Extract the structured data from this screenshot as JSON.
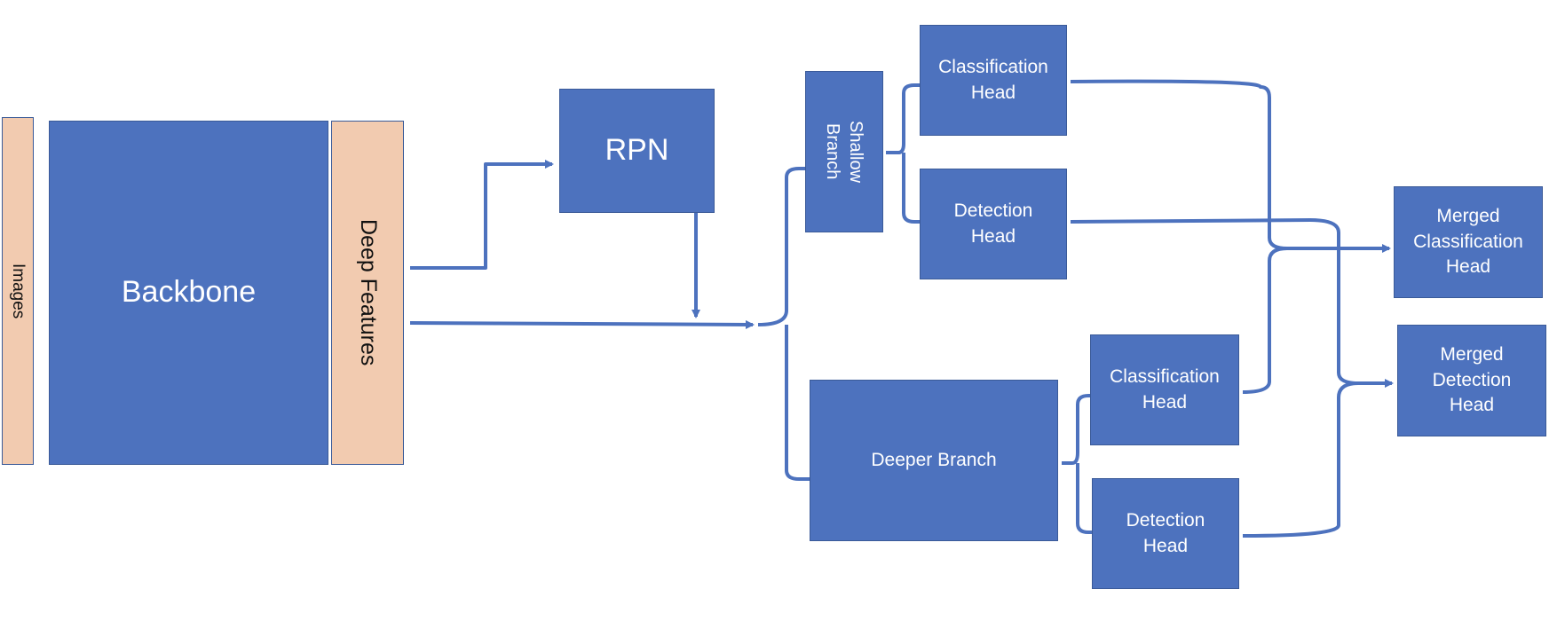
{
  "nodes": {
    "images": "Images",
    "backbone": "Backbone",
    "deep_features": "Deep Features",
    "rpn": "RPN",
    "shallow_branch": "Shallow\nBranch",
    "shallow_cls_head": "Classification\nHead",
    "shallow_det_head": "Detection\nHead",
    "deeper_branch": "Deeper Branch",
    "deep_cls_head": "Classification\nHead",
    "deep_det_head": "Detection\nHead",
    "merged_cls_head": "Merged\nClassification\nHead",
    "merged_det_head": "Merged\nDetection\nHead"
  },
  "colors": {
    "box_fill": "#4d72be",
    "box_border": "#3a5a98",
    "accent_fill": "#f2cbb0",
    "connector": "#4d72be"
  }
}
